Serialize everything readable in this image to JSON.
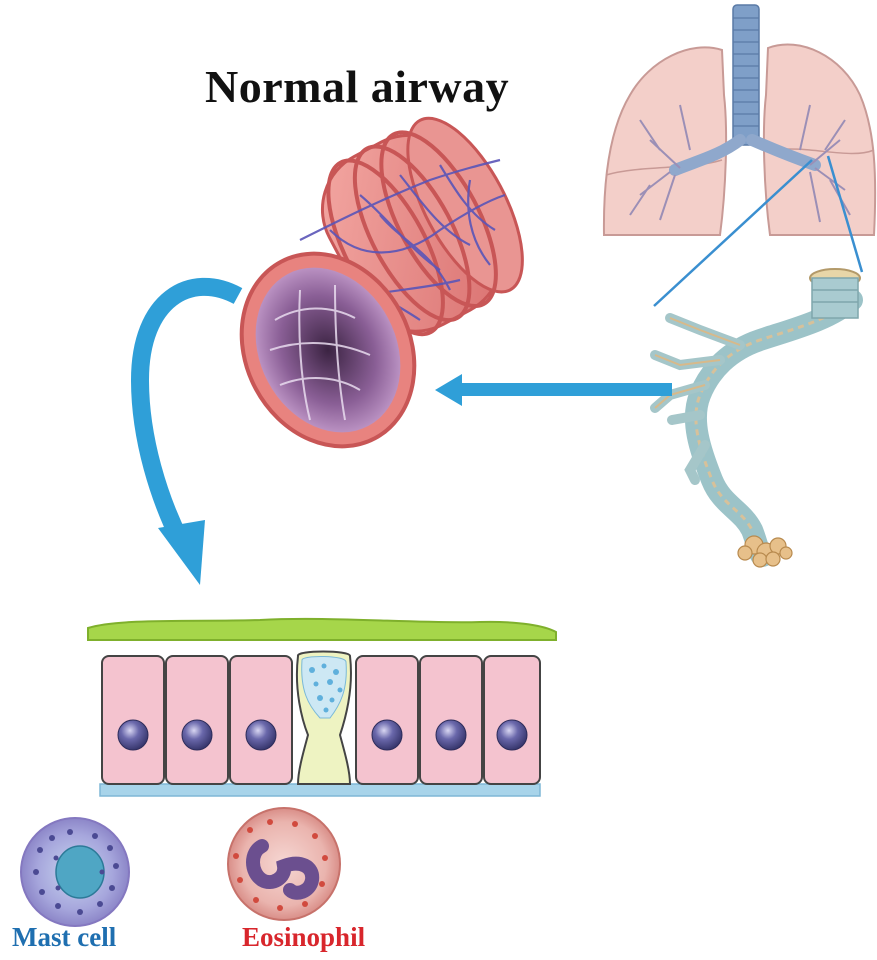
{
  "title": "Normal airway",
  "labels": {
    "mast_cell": "Mast cell",
    "eosinophil": "Eosinophil"
  },
  "colors": {
    "arrow": "#2f9fd8",
    "lung_tissue": "#f1c9c5",
    "airway_wall": "#e07a7a",
    "vessel_network": "#5a55b8",
    "epithelial_cell": "#f4c3cf",
    "nucleus": "#5b5a9c",
    "mucus_layer": "#a6d64a",
    "goblet_cell": "#eef3c2",
    "basement_membrane": "#a8d4ea",
    "mast_cell_label": "#1f6fb0",
    "eosinophil_label": "#d8262c"
  }
}
